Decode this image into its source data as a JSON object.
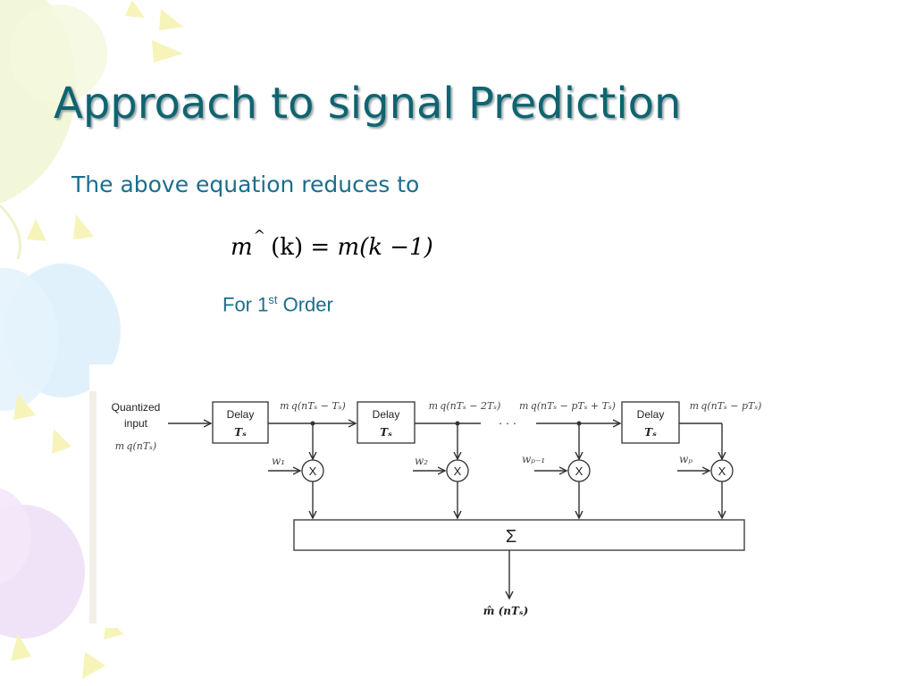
{
  "slide": {
    "title": "Approach to signal Prediction",
    "subtitle": "The above equation reduces to",
    "equation": {
      "lhs_var": "m",
      "hat": "^",
      "lhs_arg": "(k)",
      "equals": "=",
      "rhs": "m(k −1)"
    },
    "order_label": {
      "prefix": "For 1",
      "superscript": "st",
      "suffix": " Order"
    }
  },
  "diagram": {
    "input_label_line1": "Quantized",
    "input_label_line2": "input",
    "input_signal": "m q(nTₛ)",
    "delay_label": "Delay",
    "delay_value": "Tₛ",
    "signal_1": "m q(nTₛ − Tₛ)",
    "signal_2": "m q(nTₛ − 2Tₛ)",
    "signal_3": "m q(nTₛ − pTₛ + Tₛ)",
    "signal_4": "m q(nTₛ − pTₛ)",
    "ellipsis": "· · ·",
    "weight_1": "w₁",
    "weight_2": "w₂",
    "weight_3": "wₚ₋₁",
    "weight_4": "wₚ",
    "multiplier_symbol": "X",
    "sum_symbol": "Σ",
    "output_signal": "m̂ (nTₛ)"
  },
  "colors": {
    "title": "#0f6470",
    "body_text": "#1c6e8c"
  }
}
